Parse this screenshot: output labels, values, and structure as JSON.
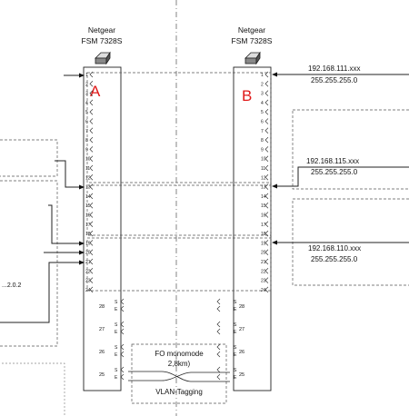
{
  "switch_a": {
    "vendor": "Netgear",
    "model": "FSM 7328S",
    "letter": "A",
    "ports": [
      "1",
      "2",
      "3",
      "4",
      "5",
      "6",
      "7",
      "8",
      "9",
      "10",
      "11",
      "12",
      "13",
      "14",
      "15",
      "16",
      "17",
      "18",
      "19",
      "20",
      "21",
      "22",
      "23",
      "24"
    ],
    "fiber_ports": [
      "28",
      "27",
      "26",
      "25"
    ],
    "sfp_labels": [
      "S",
      "E"
    ]
  },
  "switch_b": {
    "vendor": "Netgear",
    "model": "FSM 7328S",
    "letter": "B",
    "ports": [
      "1",
      "2",
      "3",
      "4",
      "5",
      "6",
      "7",
      "8",
      "9",
      "10",
      "11",
      "12",
      "13",
      "14",
      "15",
      "16",
      "17",
      "18",
      "19",
      "20",
      "21",
      "22",
      "23",
      "24"
    ],
    "fiber_ports": [
      "28",
      "27",
      "26",
      "25"
    ],
    "sfp_labels": [
      "S",
      "E"
    ]
  },
  "uplinks": [
    {
      "ip": "192.168.111.xxx",
      "mask": "255.255.255.0"
    },
    {
      "ip": "192.168.115.xxx",
      "mask": "255.255.255.0"
    },
    {
      "ip": "192.168.110.xxx",
      "mask": "255.255.255.0"
    }
  ],
  "fiber_link": {
    "label_line1": "FO monomode",
    "label_line2": "2,8km)",
    "tagging": "VLAN-Tagging"
  },
  "left_fragment": "...2.0.2"
}
